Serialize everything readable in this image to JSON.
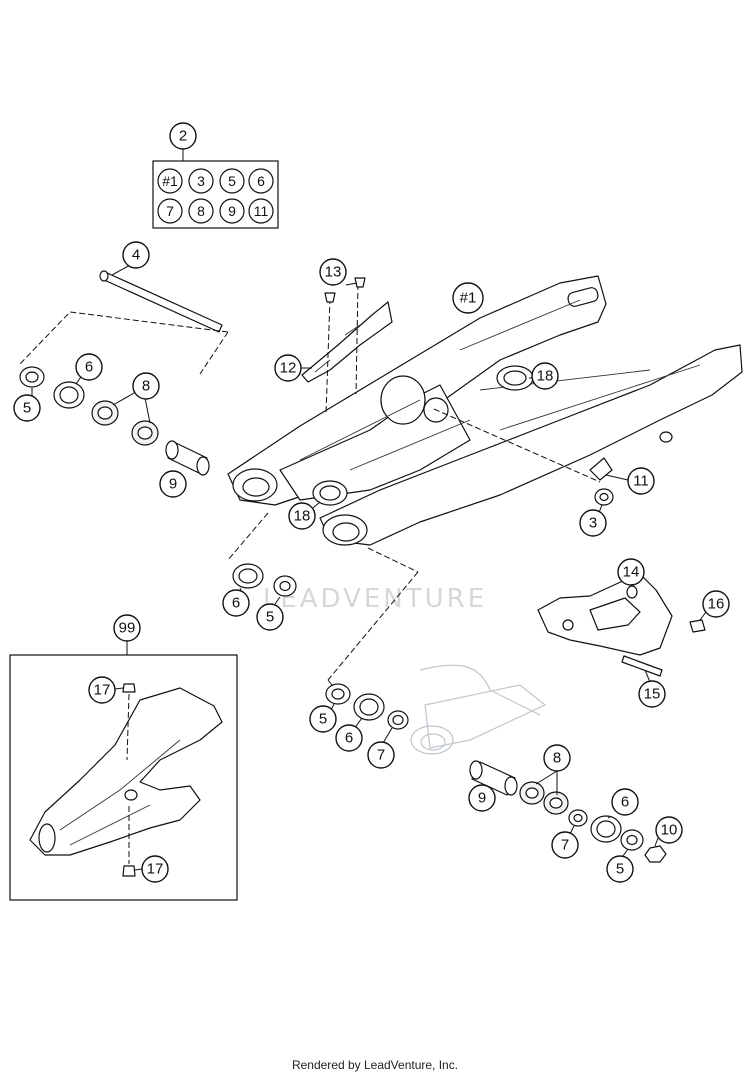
{
  "footer": "Rendered by LeadVenture, Inc.",
  "watermark": "LEADVENTURE",
  "kit": {
    "callout": "2",
    "contents": [
      "#1",
      "3",
      "5",
      "6",
      "7",
      "8",
      "9",
      "11"
    ]
  },
  "callouts": {
    "frame_main": "#1",
    "pin_4": "4",
    "bush_5a": "5",
    "seal_6a": "6",
    "bearing_8a": "8",
    "sleeve_9a": "9",
    "bolt_13": "13",
    "plate_12": "12",
    "bush_18a": "18",
    "bush_18b": "18",
    "ring_11": "11",
    "bush_3": "3",
    "seal_6b": "6",
    "bush_5b": "5",
    "guide_14": "14",
    "screw_16": "16",
    "bolt_15": "15",
    "bush_5c": "5",
    "seal_6c": "6",
    "washer_7a": "7",
    "bearing_8b": "8",
    "sleeve_9b": "9",
    "seal_6d": "6",
    "washer_7b": "7",
    "nut_10": "10",
    "bush_5d": "5",
    "accessory_99": "99",
    "screw_17a": "17",
    "screw_17b": "17"
  }
}
